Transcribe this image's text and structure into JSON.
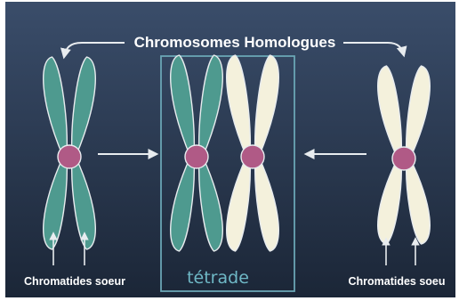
{
  "diagram": {
    "title": "Chromosomes Homologues",
    "left_label": "Chromatides soeur",
    "center_label": "tétrade",
    "right_label": "Chromatides soeu",
    "colors": {
      "background_top": "#3a4d6a",
      "background_bottom": "#1b2637",
      "teal_chromatid": "#4e9a8f",
      "cream_chromatid": "#f4f1dc",
      "centromere": "#b05a86",
      "outline": "#e8ecef",
      "box_border": "#6aa5b5",
      "center_label_color": "#6fb8c6",
      "text_white": "#ffffff"
    }
  }
}
